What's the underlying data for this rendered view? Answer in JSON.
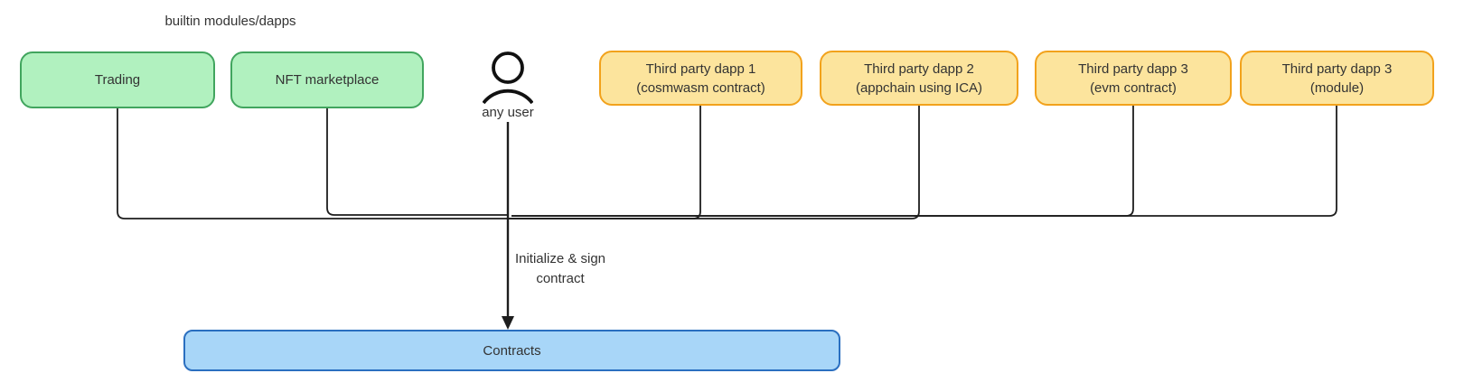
{
  "header": {
    "builtin_label": "builtin modules/dapps"
  },
  "builtin_nodes": [
    {
      "label": "Trading"
    },
    {
      "label": "NFT marketplace"
    }
  ],
  "user": {
    "label": "any user",
    "icon": "person-icon"
  },
  "third_party_nodes": [
    {
      "line1": "Third party dapp 1",
      "line2": "(cosmwasm contract)"
    },
    {
      "line1": "Third party dapp 2",
      "line2": "(appchain using ICA)"
    },
    {
      "line1": "Third party dapp 3",
      "line2": "(evm contract)"
    },
    {
      "line1": "Third party dapp 3",
      "line2": "(module)"
    }
  ],
  "edge": {
    "label_line1": "Initialize & sign",
    "label_line2": "contract"
  },
  "contracts_node": {
    "label": "Contracts"
  },
  "colors": {
    "green_fill": "#b1f1bf",
    "green_border": "#41a55e",
    "yellow_fill": "#fce49d",
    "yellow_border": "#f2a21c",
    "blue_fill": "#a8d6f8",
    "blue_border": "#2a6fc0",
    "line": "#1d1d1d",
    "text": "#333333"
  }
}
